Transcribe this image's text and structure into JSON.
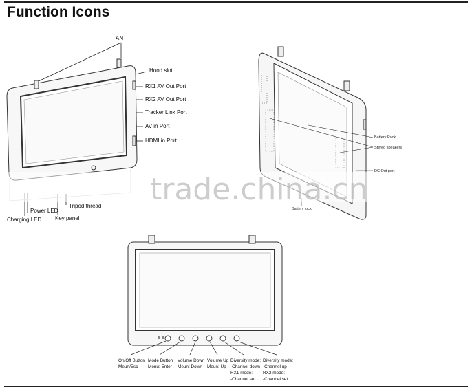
{
  "title": "Function Icons",
  "watermark": "trade.china.cn",
  "front_view": {
    "labels": {
      "ant": "ANT",
      "hood_slot": "Hood slot",
      "rx1_av_out": "RX1 AV Out Port",
      "rx2_av_out": "RX2 AV Out Port",
      "tracker_link": "Tracker Link Port",
      "av_in": "AV in Port",
      "hdmi_in": "HDMI in Port",
      "power_led": "Power LED",
      "charging_led": "Charging LED",
      "tripod_thread": "Tripod thread",
      "key_panel": "Key panel"
    }
  },
  "back_view": {
    "labels": {
      "battery_pack": "Battery Pack",
      "stereo_speakers": "Stereo speakers",
      "dc_out_port": "DC Out port",
      "battery_lock": "Battery lock"
    }
  },
  "key_view": {
    "buttons": [
      {
        "line1": "On/Off Button",
        "line2": "Meun/Esc",
        "line3": "",
        "line4": ""
      },
      {
        "line1": "Mode Button",
        "line2": "Menu: Enter",
        "line3": "",
        "line4": ""
      },
      {
        "line1": "Volume Down",
        "line2": "Meun: Down",
        "line3": "",
        "line4": ""
      },
      {
        "line1": "Volume Up",
        "line2": "Meun: Up",
        "line3": "",
        "line4": ""
      },
      {
        "line1": "Diversity mode:",
        "line2": "-Channel down",
        "line3": "RX1 mode:",
        "line4": "-Channel set"
      },
      {
        "line1": "Diversity mode:",
        "line2": "-Channel up",
        "line3": "RX2 mode:",
        "line4": "-Channel set"
      }
    ]
  }
}
